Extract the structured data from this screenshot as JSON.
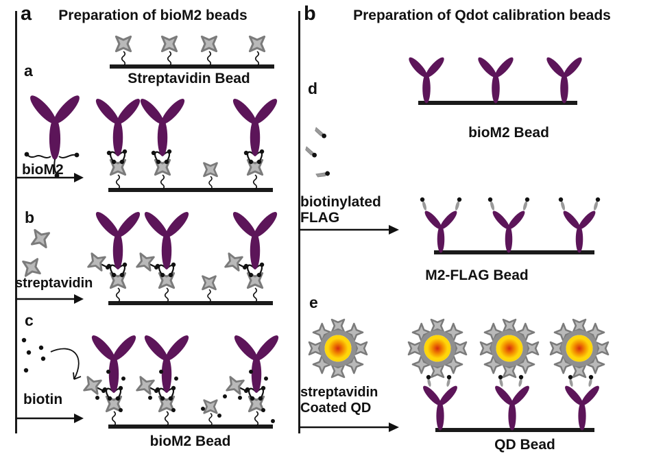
{
  "figure": {
    "left": {
      "panel_letter": "a",
      "title": "Preparation of bioM2 beads",
      "step_a": "a",
      "step_b": "b",
      "step_c": "c",
      "streptavidin_bead_label": "Streptavidin Bead",
      "reagent_biom2": "bioM2",
      "reagent_streptavidin": "streptavidin",
      "reagent_biotin": "biotin",
      "biom2_bead_label": "bioM2 Bead"
    },
    "right": {
      "panel_letter": "b",
      "title": "Preparation of Qdot calibration beads",
      "step_d": "d",
      "step_e": "e",
      "biom2_bead_label": "bioM2 Bead",
      "reagent_flag_line1": "biotinylated",
      "reagent_flag_line2": "FLAG",
      "m2_flag_bead_label": "M2-FLAG Bead",
      "reagent_qd_line1": "streptavidin",
      "reagent_qd_line2": "Coated QD",
      "qd_bead_label": "QD Bead"
    }
  },
  "colors": {
    "antibody_purple": "#5c1559",
    "streptavidin_fill": "#b9b9b9",
    "streptavidin_stroke": "#7b7b7b",
    "qd_ring_gray": "#8f8f8f",
    "qd_core_red": "#d52b0d",
    "qd_mid_orange": "#f28a00",
    "qd_outer_yellow": "#ffd60a",
    "flag_gray": "#9a9a9a",
    "bead_line_black": "#1a1a1a",
    "text_black": "#111111"
  }
}
